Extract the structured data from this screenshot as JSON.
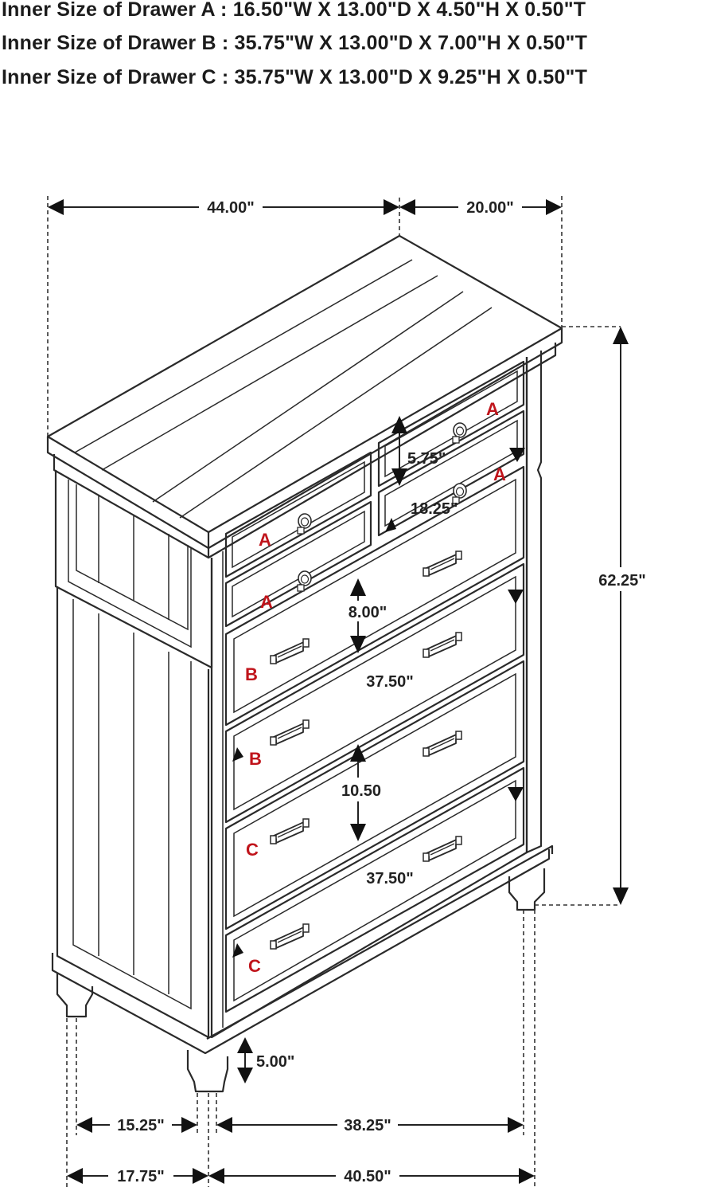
{
  "specs": [
    "Inner Size of Drawer A : 16.50\"W X 13.00\"D X 4.50\"H X 0.50\"T",
    "Inner Size of Drawer B : 35.75\"W X 13.00\"D X 7.00\"H X 0.50\"T",
    "Inner Size of Drawer C : 35.75\"W X 13.00\"D X 9.25\"H X 0.50\"T"
  ],
  "dimensions": {
    "width_overall": "44.00\"",
    "depth_overall": "20.00\"",
    "height_overall": "62.25\"",
    "small_drawer_height": "5.75\"",
    "small_drawer_width": "18.25\"",
    "drawer_b_height": "8.00\"",
    "drawer_b_width": "37.50\"",
    "drawer_c_height": "10.50",
    "drawer_c_width": "37.50\"",
    "leg_height": "5.00\"",
    "leg_span_side": "15.25\"",
    "leg_span_front": "38.25\"",
    "base_side": "17.75\"",
    "base_front": "40.50\""
  },
  "drawer_labels": {
    "a": "A",
    "b": "B",
    "c": "C"
  }
}
